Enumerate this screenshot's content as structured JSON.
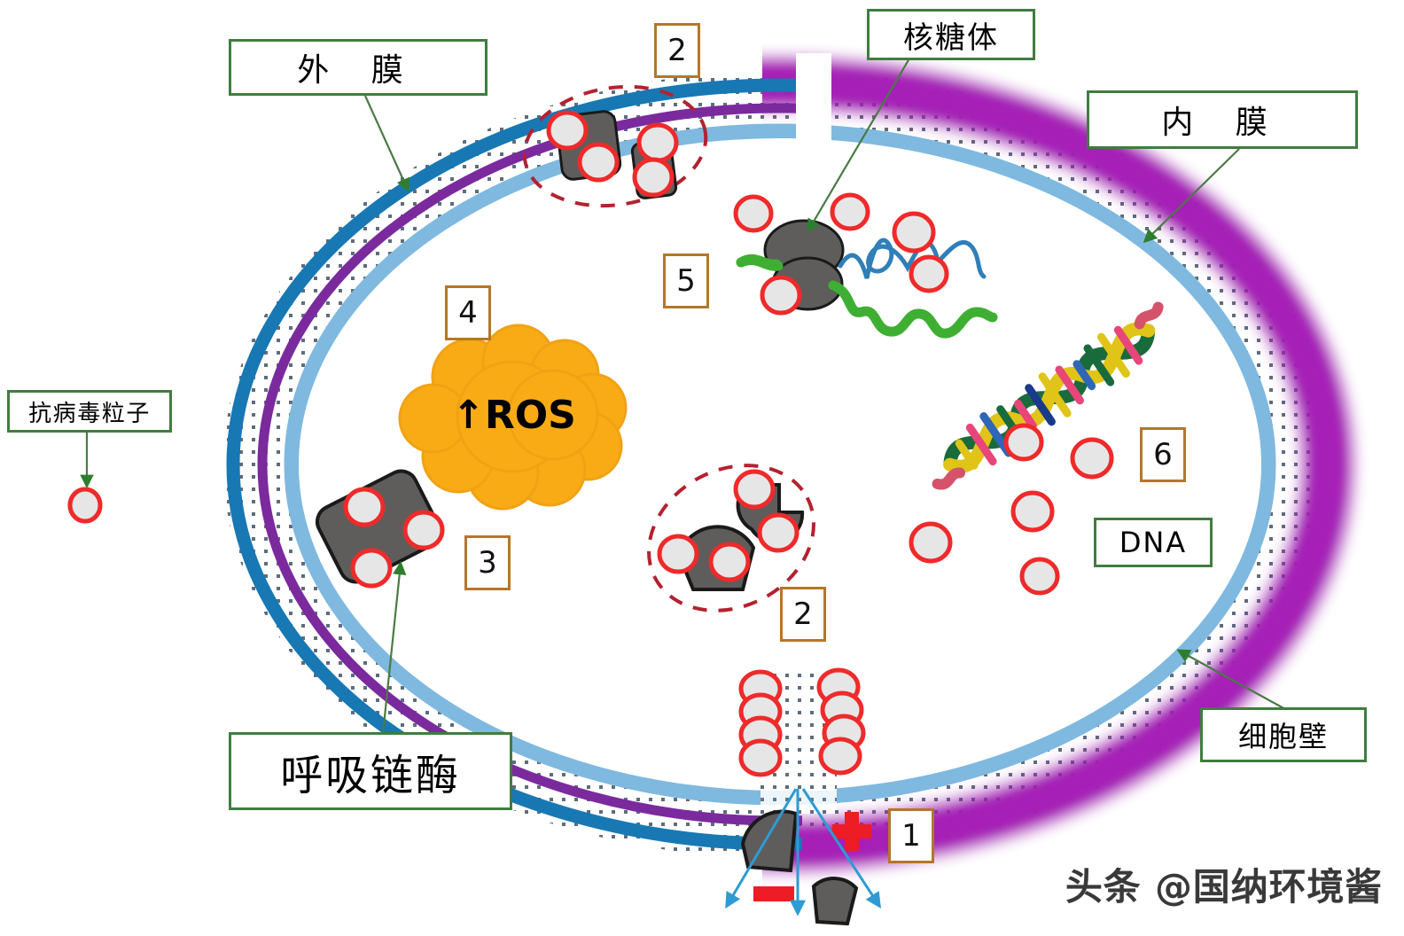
{
  "diagram": {
    "title_labels": [
      {
        "id": "outer-membrane",
        "text": "外  膜"
      },
      {
        "id": "ribosome",
        "text": "核糖体"
      },
      {
        "id": "inner-membrane",
        "text": "内  膜"
      },
      {
        "id": "antiviral-particle",
        "text": "抗病毒粒子"
      },
      {
        "id": "respiratory-chain-enzyme",
        "text": "呼吸链酶"
      },
      {
        "id": "cell-wall",
        "text": "细胞壁"
      },
      {
        "id": "dna",
        "text": "DNA"
      }
    ],
    "markers": [
      {
        "id": "marker-2-top",
        "text": "2"
      },
      {
        "id": "marker-5",
        "text": "5"
      },
      {
        "id": "marker-4",
        "text": "4"
      },
      {
        "id": "marker-6",
        "text": "6"
      },
      {
        "id": "marker-3",
        "text": "3"
      },
      {
        "id": "marker-2-center",
        "text": "2"
      },
      {
        "id": "marker-1",
        "text": "1"
      }
    ],
    "ros_label": "↑ROS",
    "watermark": "头条 @国纳环境酱",
    "colors": {
      "outer_membrane": "#1878b4",
      "middle_membrane": "#7b2a9e",
      "inner_membrane": "#7fb9e0",
      "cell_wall": "#9b1fad",
      "periplasm_dots": "#5d6d7e",
      "nanoparticle_ring": "#ef2a2a",
      "nanoparticle_fill": "#e6e6e6",
      "protein_gray": "#5f5c5c",
      "ros_cloud": "#f9ab16",
      "callout_border": "#3f7d3f",
      "numbox_border": "#b5762a",
      "mrna_blue": "#2f7fb8",
      "peptide_green": "#3faf34",
      "arrow_blue": "#2e9bd4",
      "charge_red": "#ee1c25",
      "dashed_red": "#b32230",
      "leader_green": "#3f7d3f"
    }
  }
}
